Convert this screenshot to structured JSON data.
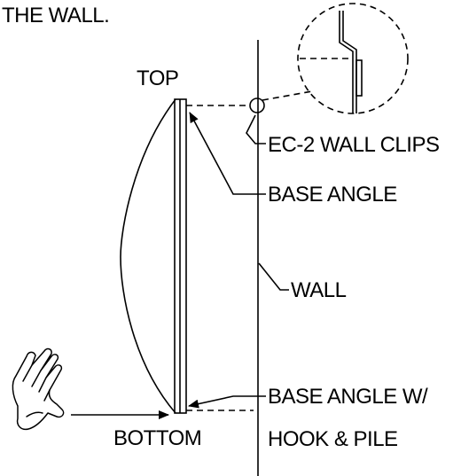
{
  "labels": {
    "header_fragment": "THE WALL.",
    "top": "TOP",
    "bottom": "BOTTOM",
    "wall_clips": "EC-2 WALL CLIPS",
    "base_angle": "BASE ANGLE",
    "wall": "WALL",
    "base_angle_hook_line1": "BASE ANGLE W/",
    "base_angle_hook_line2": "HOOK & PILE"
  },
  "colors": {
    "ink": "#000000",
    "paper": "#ffffff"
  },
  "icons": [
    "hand-icon",
    "arrow-right-icon",
    "wall-clip-detail-icon"
  ]
}
